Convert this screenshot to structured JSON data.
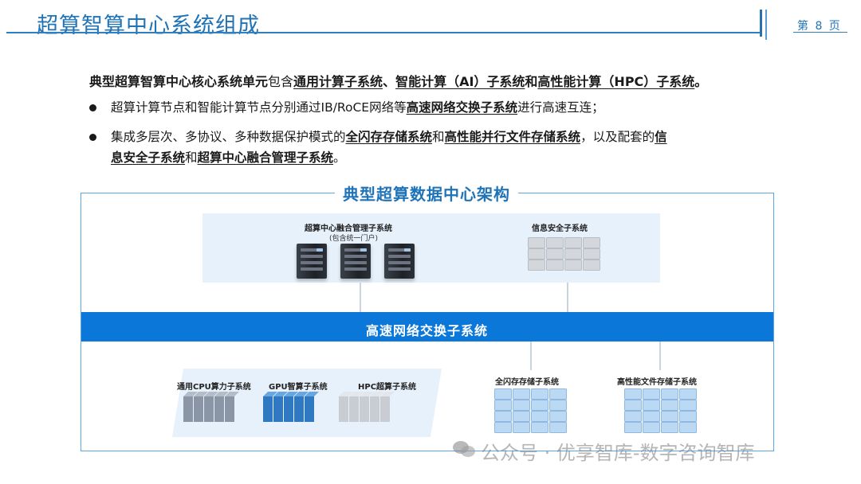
{
  "header": {
    "title": "超算智算中心系统组成",
    "page_label": "第 8 页"
  },
  "intro": {
    "p1": "典型超算智算中心核心系统单元",
    "p2": "包含",
    "p3": "通用计算子系统",
    "p4": "、",
    "p5": "智能计算（AI）子系统",
    "p6": "和",
    "p7": "高性能计算（HPC）子系统",
    "p8": "。"
  },
  "bullets": [
    {
      "t1": "超算计算节点和智能计算节点分别通过IB/RoCE网络等",
      "t2": "高速网络交换子系统",
      "t3": "进行高速互连；"
    },
    {
      "t1": "集成多层次、多协议、多种数据保护模式的",
      "t2": "全闪存存储系统",
      "t3": "和",
      "t4": "高性能并行文件存储系统",
      "t5": "，以及配套的",
      "t6": "信",
      "t7": "息安全子系统",
      "t8": "和",
      "t9": "超算中心融合管理子系统",
      "t10": "。"
    }
  ],
  "architecture": {
    "title": "典型超算数据中心架构",
    "mgmt_label": "超算中心融合管理子系统",
    "mgmt_sub": "(包含统一门户)",
    "security_label": "信息安全子系统",
    "network_label": "高速网络交换子系统",
    "cpu_label": "通用CPU算力子系统",
    "gpu_label": "GPU智算子系统",
    "hpc_label": "HPC超算子系统",
    "flash_label": "全闪存存储子系统",
    "hpfs_label": "高性能文件存储子系统"
  },
  "watermark": "公众号 · 优享智库-数字咨询智库",
  "colors": {
    "accent": "#1f73b7",
    "network_bar": "#0b77d8",
    "panel": "#e7f1fb",
    "cpu_block": "#8a96a6",
    "gpu_block": "#2f78c2",
    "hpc_block": "#c9cdd3",
    "storage_block": "#bcd9f4"
  }
}
